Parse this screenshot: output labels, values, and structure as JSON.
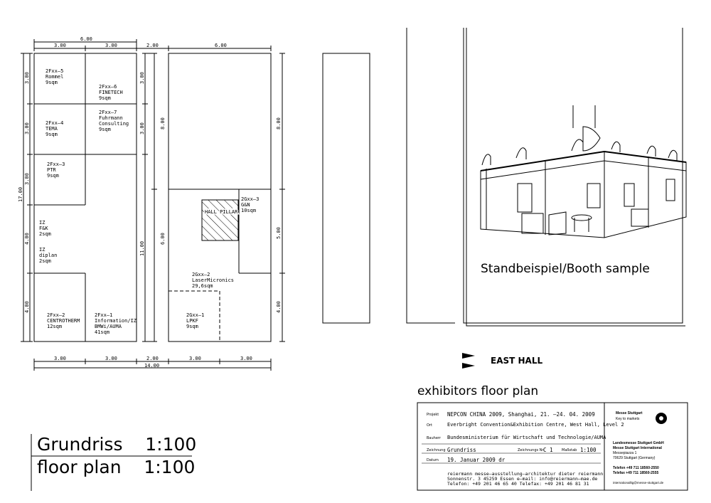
{
  "dimensions": {
    "top_total": "6.00",
    "top_left_a": "3.00",
    "top_left_b": "3.00",
    "top_gap": "2.00",
    "top_right": "6.00",
    "bottom_a": "3.00",
    "bottom_b": "3.00",
    "bottom_gap": "2.00",
    "bottom_c": "3.00",
    "bottom_d": "3.00",
    "bottom_total": "14.00",
    "left_total": "17.00",
    "left_a": "3.00",
    "left_b": "3.00",
    "left_c": "3.00",
    "left_d": "4.00",
    "left_e": "4.00",
    "mid_a": "3.00",
    "mid_b": "3.00",
    "mid_c": "11.00",
    "mid_d": "8.00",
    "mid_e": "6.00",
    "right_a": "8.00",
    "right_b": "5.00",
    "right_c": "4.00"
  },
  "booths": [
    {
      "code": "2Fxx–5",
      "name": "Rommel",
      "area": "9sqm"
    },
    {
      "code": "2Fxx–6",
      "name": "FINETECH",
      "area": "9sqm"
    },
    {
      "code": "2Fxx–4",
      "name": "TEMA",
      "area": "9sqm"
    },
    {
      "code": "2Fxx–7",
      "name": "Fuhrmann",
      "name2": "Consulting",
      "area": "9sqm"
    },
    {
      "code": "2Fxx–3",
      "name": "PTR",
      "area": "9sqm"
    },
    {
      "code": "IZ",
      "name": "F&K",
      "area": "2sqm"
    },
    {
      "code": "IZ",
      "name": "diplan",
      "area": "2sqm"
    },
    {
      "code": "2Fxx–2",
      "name": "CENTROTHERM",
      "area": "12sqm"
    },
    {
      "code": "2Fxx–1",
      "name": "Information/IZ",
      "name2": "BMWi/AUMA",
      "area": "41sqm"
    },
    {
      "code": "2Gxx–3",
      "name": "G&N",
      "area": "10sqm"
    },
    {
      "code": "2Gxx–2",
      "name": "LaserMicronics",
      "area": "29,6sqm"
    },
    {
      "code": "2Gxx–1",
      "name": "LPKF",
      "area": "9sqm"
    }
  ],
  "hall_pillar": "HALL PILLAR",
  "booth_sample_caption": "Standbeispiel/Booth sample",
  "east_hall": "EAST HALL",
  "exhibitors_title": "exhibitors floor plan",
  "scale_de": "Grundriss    1:100",
  "scale_en": "floor plan    1:100",
  "title_block": {
    "rows": [
      {
        "key": "Projekt",
        "value": "NEPCON CHINA 2009, Shanghai, 21. –24. 04. 2009"
      },
      {
        "key": "Ort",
        "value": "Everbright Convention&Exhibition Centre, West Hall, Level 2"
      },
      {
        "key": "Bauherr",
        "value": "Bundesministerium für Wirtschaft und Technologie/AUMA"
      },
      {
        "key": "Zeichnung",
        "value": "Grundriss"
      },
      {
        "key": "Datum",
        "value": "19. Januar 2009 dr"
      }
    ],
    "drawing_no_label": "Zeichnungs Nr.",
    "drawing_no": "C 1",
    "scale_label": "Maßstab",
    "scale": "1:100",
    "architect_line1": "reiermann messe–ausstellung–architektur dieter reiermann",
    "architect_line2": "Sonnenstr. 3 45259 Essen e–mail: info@reiermann–mae.de",
    "architect_line3": "Telefon: +49 201 46 65 40 Telefax: +49 201 46 81 31",
    "logo_line1": "Messe Stuttgart",
    "logo_line2": "Key to markets",
    "company": [
      "Landesmesse Stuttgart GmbH",
      "Messe Stuttgart International",
      "Messepiazza 1",
      "70629 Stuttgart (Germany)"
    ],
    "phone": "Telefon +49 711 18560-2550",
    "fax": "Telefax +49 711 18560-2555",
    "email": "internationalltg@messe-stuttgart.de"
  },
  "colors": {
    "line": "#000000",
    "background": "#ffffff"
  }
}
